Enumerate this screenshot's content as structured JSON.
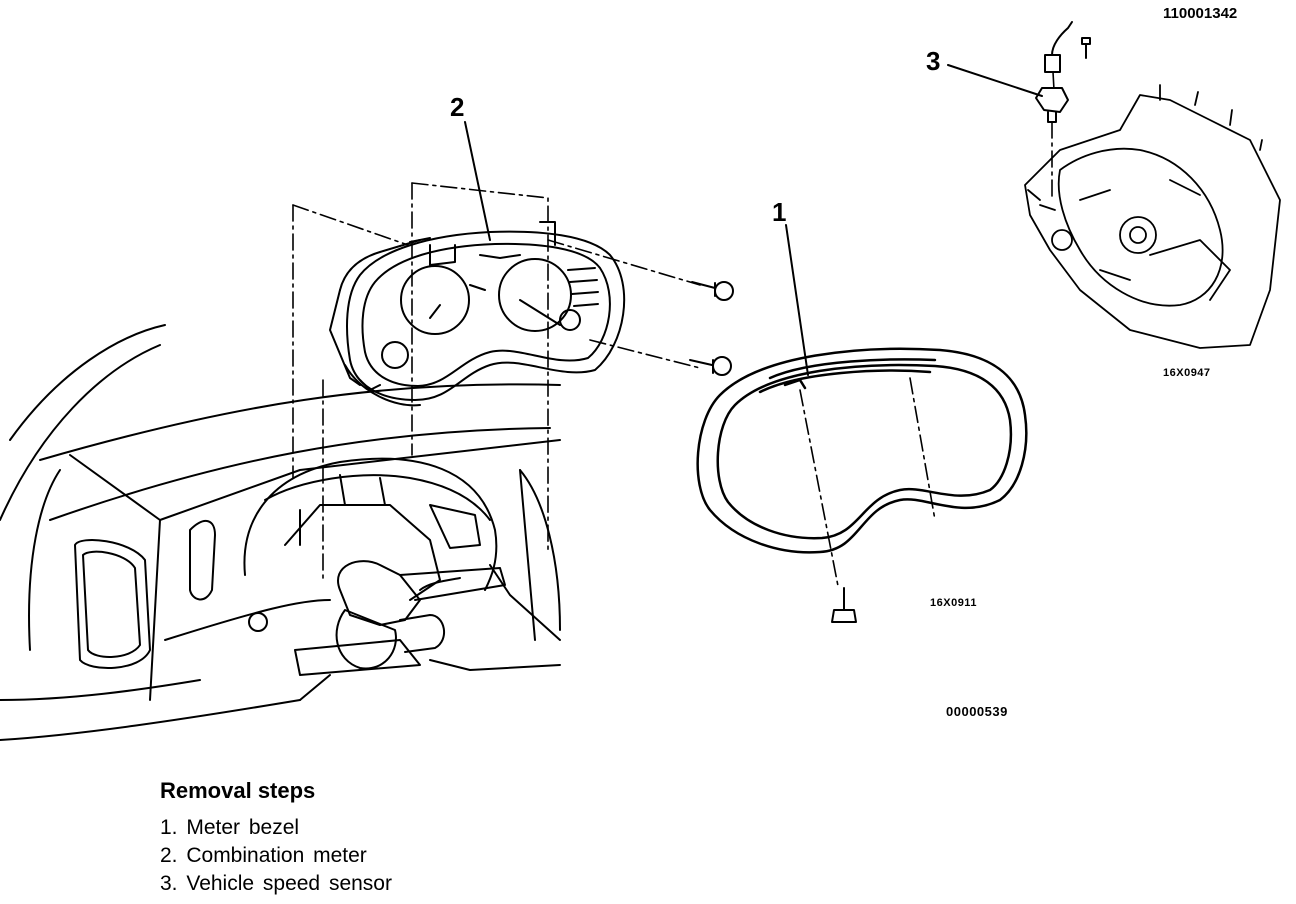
{
  "doc_id": "110001342",
  "callouts": {
    "c1": "1",
    "c2": "2",
    "c3": "3"
  },
  "figure_codes": {
    "dash": "00000539",
    "bezel": "16X0911",
    "sensor": "16X0947"
  },
  "removal": {
    "title": "Removal steps",
    "steps": [
      "1. Meter bezel",
      "2. Combination meter",
      "3. Vehicle speed sensor"
    ]
  }
}
